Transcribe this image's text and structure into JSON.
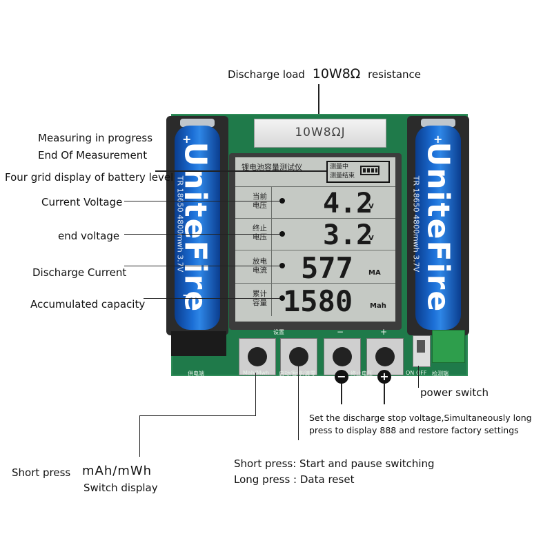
{
  "header": {
    "discharge_load_prefix": "Discharge load",
    "discharge_load_value": "10W8Ω",
    "discharge_load_suffix": "resistance"
  },
  "left_labels": {
    "measuring": "Measuring in progress",
    "end_measurement": "End Of Measurement",
    "battery_level": "Four grid display of battery level",
    "current_voltage": "Current Voltage",
    "end_voltage": "end voltage",
    "discharge_current": "Discharge Current",
    "accumulated_capacity": "Accumulated capacity"
  },
  "board": {
    "resistor_label": "10W8ΩJ",
    "lcd_title": "锂电池容量测试仪",
    "status_measuring": "测量中",
    "status_end": "测量结束",
    "rows": [
      {
        "label_line1": "当前",
        "label_line2": "电压",
        "value": "4.2",
        "unit": "V"
      },
      {
        "label_line1": "终止",
        "label_line2": "电压",
        "value": "3.2",
        "unit": "V"
      },
      {
        "label_line1": "放电",
        "label_line2": "电流",
        "value": "577",
        "unit": "MA"
      },
      {
        "label_line1": "累计",
        "label_line2": "容量",
        "value": "1580",
        "unit": "Mah"
      }
    ],
    "battery_brand": "UniteFire",
    "battery_spec": "TR 18650 4800mwh 3.7V",
    "battery_plus": "+",
    "battery_minus": "−",
    "button_labels": [
      "设置",
      "",
      "−",
      "+"
    ],
    "board_text_left": "供电端",
    "board_text_mid1": "Mah/Mwh",
    "board_text_mid2": "启动/暂停/清零",
    "board_text_mid3": "终止电压",
    "board_text_right": "检测端",
    "switch_on": "ON",
    "switch_off": "OFF"
  },
  "annotations": {
    "power_switch": "power switch",
    "set_voltage_line1": "Set the discharge stop voltage,Simultaneously long",
    "set_voltage_line2": "press to display 888 and restore factory settings",
    "short_press": "Short press",
    "mah_mwh": "mAh/mWh",
    "switch_display": "Switch display",
    "start_pause": "Short press: Start and pause switching",
    "data_reset": "Long press : Data reset",
    "minus_sign": "−",
    "plus_sign": "+"
  }
}
